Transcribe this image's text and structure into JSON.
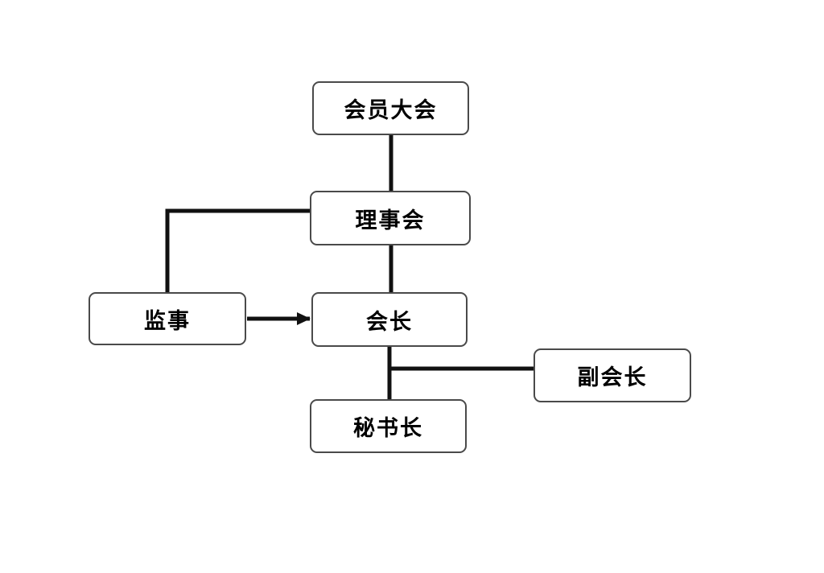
{
  "diagram": {
    "type": "org-chart",
    "nodes": [
      {
        "id": "general-assembly",
        "label": "会员大会"
      },
      {
        "id": "council",
        "label": "理事会"
      },
      {
        "id": "supervisor",
        "label": "监事"
      },
      {
        "id": "president",
        "label": "会长"
      },
      {
        "id": "vice-president",
        "label": "副会长"
      },
      {
        "id": "secretary-general",
        "label": "秘书长"
      }
    ],
    "edges": [
      {
        "from": "会员大会",
        "to": "理事会",
        "style": "straight-line"
      },
      {
        "from": "理事会",
        "to": "会长",
        "style": "straight-line"
      },
      {
        "from": "监事",
        "to": "理事会",
        "style": "elbow-line"
      },
      {
        "from": "监事",
        "to": "会长",
        "style": "arrow"
      },
      {
        "from": "会长",
        "to": "秘书长",
        "style": "straight-line"
      },
      {
        "from": "副会长",
        "to": "会长-秘书长连线",
        "style": "straight-line"
      }
    ],
    "colors": {
      "background": "#ffffff",
      "box_fill": "#ffffff",
      "box_border": "#4a4a4a",
      "line": "#111111",
      "text": "#000000"
    }
  }
}
